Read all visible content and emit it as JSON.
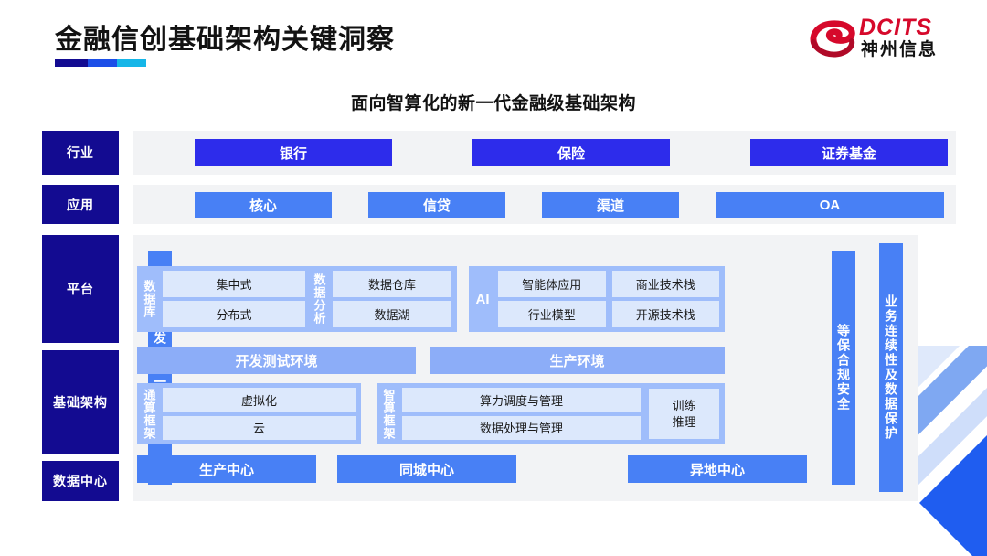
{
  "header": {
    "title": "金融信创基础架构关键洞察",
    "logo": {
      "wordmark": "DCITS",
      "chinese": "神州信息",
      "mark_icon": "dcits-swoosh-logo"
    }
  },
  "subtitle": "面向智算化的新一代金融级基础架构",
  "diagram": {
    "left_labels": [
      "行业",
      "应用",
      "平台",
      "基础架构",
      "数据中心"
    ],
    "industry_row": [
      "银行",
      "保险",
      "证券基金"
    ],
    "application_row": [
      "核心",
      "信贷",
      "渠道",
      "OA"
    ],
    "devops_bar": "开发运维一体化",
    "groups": [
      {
        "label": "数据库",
        "cells": [
          "集中式",
          "分布式"
        ]
      },
      {
        "label": "数据分析",
        "cells": [
          "数据仓库",
          "数据湖"
        ]
      },
      {
        "label": "AI",
        "cells": [
          "智能体应用",
          "商业技术栈",
          "行业模型",
          "开源技术栈"
        ]
      }
    ],
    "environments": [
      "开发测试环境",
      "生产环境"
    ],
    "frameworks": [
      {
        "label": "通算框架",
        "cells": [
          "虚拟化",
          "云"
        ]
      },
      {
        "label": "智算框架",
        "cells": [
          "算力调度与管理",
          "数据处理与管理"
        ],
        "side": "训练\n推理",
        "side_line1": "训练",
        "side_line2": "推理"
      }
    ],
    "centers": [
      "生产中心",
      "同城中心",
      "异地中心"
    ],
    "right_bars": [
      "等保合规安全",
      "业务连续性及数据保护"
    ]
  },
  "colors": {
    "navy": "#130b91",
    "industry_blue": "#2d2ceb",
    "app_blue": "#4880f5",
    "group_blue": "#9fbdfb",
    "cell_blue": "#dce8fc",
    "panel_gray": "#f2f3f5",
    "logo_red": "#d6092b"
  }
}
